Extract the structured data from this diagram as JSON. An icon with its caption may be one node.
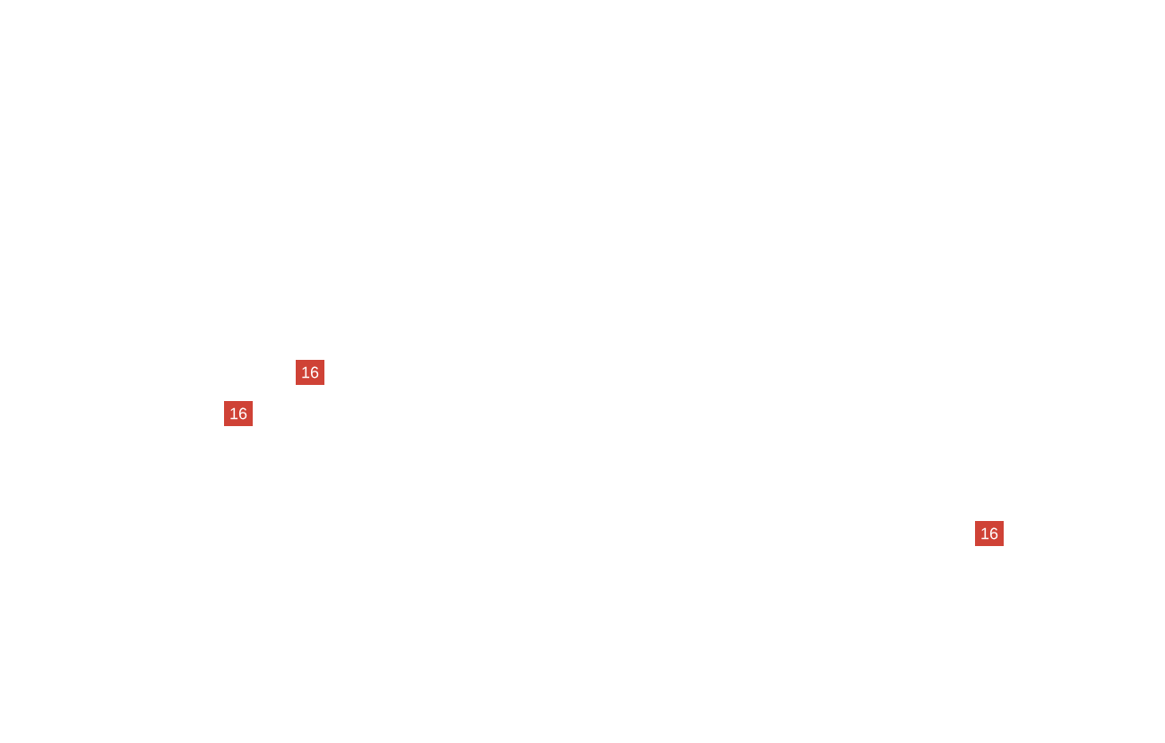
{
  "diagram": {
    "labels": [
      "16",
      "16",
      "16"
    ]
  }
}
